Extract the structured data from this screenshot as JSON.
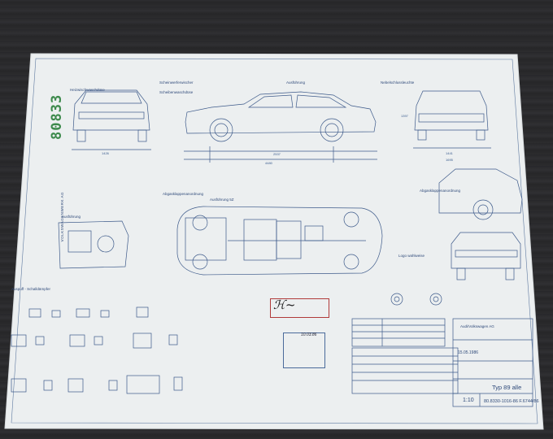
{
  "stamp_number": "80833",
  "labels": {
    "front_left": "Heizwischwaschdüse",
    "front_right_1": "Scheinwerferwischer",
    "front_right_2": "Scheibenwaschdüse",
    "side_top": "Ausführung",
    "rear_right": "Nebelschlussleuchte",
    "dim_track_front": "1426",
    "dim_wheelbase": "2537",
    "dim_length": "4480",
    "dim_rear": "1441",
    "dim_rear_total": "1695",
    "dim_height": "1397",
    "exhaust_title": "Auspuff - Schalldämpfer",
    "engine_label": "Ausführung",
    "version_label": "Ausführung 5Z",
    "underside_left": "Abgasklappenanordnung",
    "underside_right": "Abgasklappenanordnung",
    "logo_label": "Logo wahlweise"
  },
  "side_text": "VOLKSWAGENWERK AG",
  "title_block": {
    "date": "15.05.1986",
    "type": "Typ 89 alle",
    "drawing_no": "80.8330-1016-86 F.6744/86",
    "scale": "1:10",
    "company": "Audi/Volkswagen AG"
  },
  "hand_note": "10.03.86"
}
